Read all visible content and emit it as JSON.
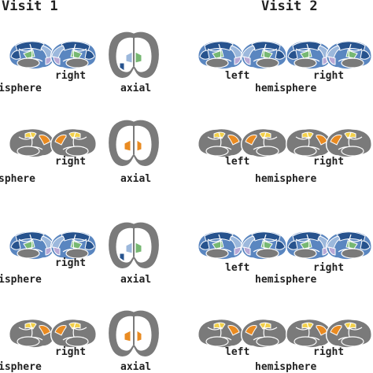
{
  "headers": {
    "visit1": "Visit 1",
    "visit2": "Visit 2"
  },
  "labels": {
    "left": "left",
    "right": "right",
    "axial": "axial",
    "hemisphere_full": "hemisphere",
    "hemisphere_cropped": "isphere",
    "hemisphere_cropped2": "sphere"
  },
  "colors": {
    "cortex_gray": "#7a7a7a",
    "outline": "#ffffff",
    "blue_dark": "#27538e",
    "blue_mid": "#5a86c0",
    "blue_light": "#9cb8dc",
    "lavender": "#b9a9d6",
    "green": "#77b873",
    "orange": "#e98b22",
    "yellow": "#f2d04a"
  },
  "rows": [
    {
      "style": "blue"
    },
    {
      "style": "orange"
    },
    {
      "style": "blue"
    },
    {
      "style": "orange"
    }
  ]
}
